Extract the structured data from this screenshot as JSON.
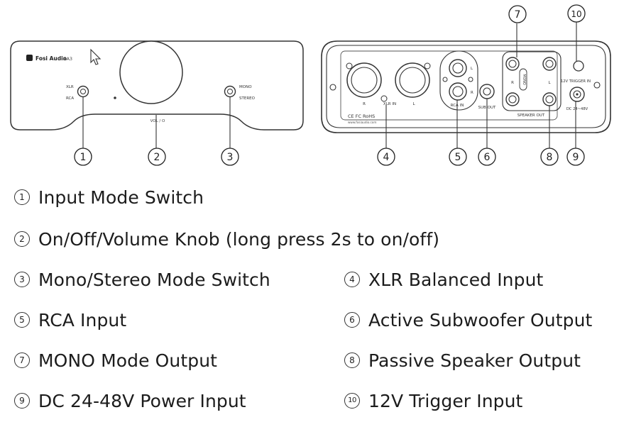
{
  "front_panel": {
    "brand": "Fosi Audio",
    "model": "ZA3",
    "left_switch_labels": [
      "XLR",
      "RCA"
    ],
    "right_switch_labels": [
      "MONO",
      "STEREO"
    ],
    "knob_label": "VOL / O"
  },
  "rear_panel": {
    "xlr_labels": [
      "R",
      "XLR IN",
      "L"
    ],
    "rca_labels": [
      "L",
      "R",
      "RCA IN"
    ],
    "sub_out_label": "SUB OUT",
    "mono_label": "MONO",
    "speaker_labels": [
      "R",
      "L",
      "SPEAKER OUT"
    ],
    "trigger_label": "12V TRIGGER IN",
    "dc_label": "DC 24~48V",
    "cert_label": "CE FC RoHS",
    "website": "www.fosiaudio.com"
  },
  "callouts": [
    "1",
    "2",
    "3",
    "4",
    "5",
    "6",
    "7",
    "8",
    "9",
    "10"
  ],
  "legend": [
    {
      "num": "1",
      "text": "Input Mode Switch"
    },
    {
      "num": "2",
      "text": "On/Off/Volume Knob (long press 2s to on/off)"
    },
    {
      "num": "3",
      "text": "Mono/Stereo Mode Switch"
    },
    {
      "num": "4",
      "text": "XLR Balanced Input"
    },
    {
      "num": "5",
      "text": "RCA Input"
    },
    {
      "num": "6",
      "text": "Active Subwoofer Output"
    },
    {
      "num": "7",
      "text": "MONO Mode Output"
    },
    {
      "num": "8",
      "text": "Passive Speaker Output"
    },
    {
      "num": "9",
      "text": "DC 24-48V Power Input"
    },
    {
      "num": "10",
      "text": "12V Trigger Input"
    }
  ]
}
